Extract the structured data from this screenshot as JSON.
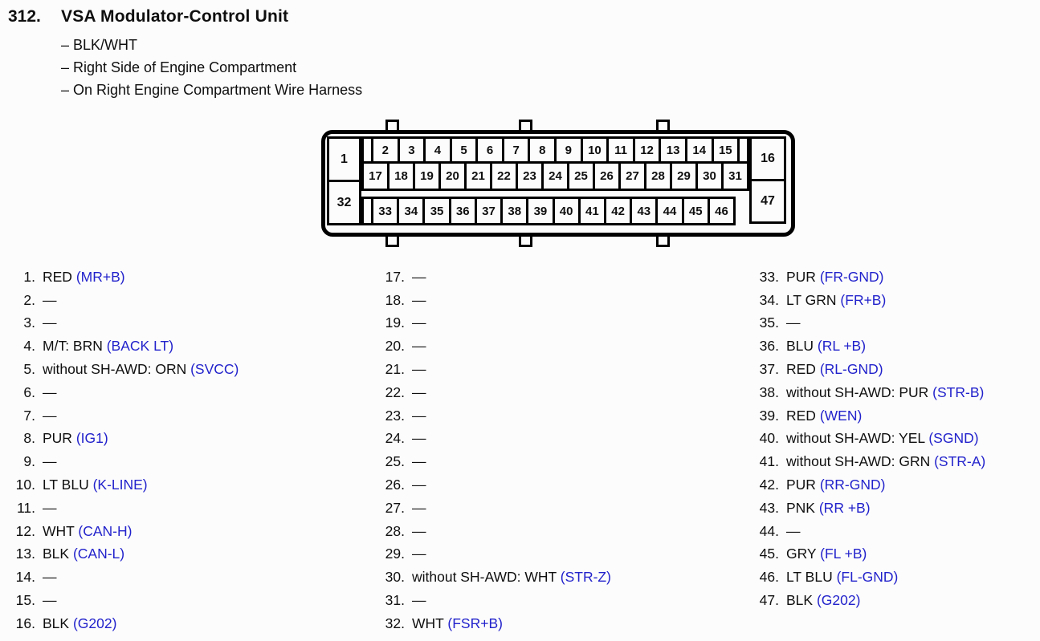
{
  "page": {
    "title_number": "312.",
    "title": "VSA Modulator-Control Unit",
    "details": [
      "– BLK/WHT",
      "– Right Side of Engine Compartment",
      "– On Right Engine Compartment Wire Harness"
    ]
  },
  "colors": {
    "signal_blue": "#2222cc",
    "text_black": "#0f0f0f",
    "page_bg": "#fcfcfc"
  },
  "connector": {
    "left_top": "1",
    "left_bottom": "32",
    "right_top": "16",
    "right_bottom": "47",
    "row_top": [
      "2",
      "3",
      "4",
      "5",
      "6",
      "7",
      "8",
      "9",
      "10",
      "11",
      "12",
      "13",
      "14",
      "15"
    ],
    "row_mid": [
      "17",
      "18",
      "19",
      "20",
      "21",
      "22",
      "23",
      "24",
      "25",
      "26",
      "27",
      "28",
      "29",
      "30",
      "31"
    ],
    "row_bot": [
      "33",
      "34",
      "35",
      "36",
      "37",
      "38",
      "39",
      "40",
      "41",
      "42",
      "43",
      "44",
      "45",
      "46"
    ]
  },
  "pin_list": {
    "columns": [
      {
        "entries": [
          {
            "num": "1.",
            "text": "RED",
            "signal": "(MR+B)"
          },
          {
            "num": "2.",
            "text": "—",
            "signal": ""
          },
          {
            "num": "3.",
            "text": "—",
            "signal": ""
          },
          {
            "num": "4.",
            "text": "M/T: BRN",
            "signal": "(BACK LT)"
          },
          {
            "num": "5.",
            "text": "without SH-AWD: ORN",
            "signal": "(SVCC)"
          },
          {
            "num": "6.",
            "text": "—",
            "signal": ""
          },
          {
            "num": "7.",
            "text": "—",
            "signal": ""
          },
          {
            "num": "8.",
            "text": "PUR",
            "signal": "(IG1)"
          },
          {
            "num": "9.",
            "text": "—",
            "signal": ""
          },
          {
            "num": "10.",
            "text": "LT BLU",
            "signal": "(K-LINE)"
          },
          {
            "num": "11.",
            "text": "—",
            "signal": ""
          },
          {
            "num": "12.",
            "text": "WHT",
            "signal": "(CAN-H)"
          },
          {
            "num": "13.",
            "text": "BLK",
            "signal": "(CAN-L)"
          },
          {
            "num": "14.",
            "text": "—",
            "signal": ""
          },
          {
            "num": "15.",
            "text": "—",
            "signal": ""
          },
          {
            "num": "16.",
            "text": "BLK",
            "signal": "(G202)"
          }
        ]
      },
      {
        "entries": [
          {
            "num": "17.",
            "text": "—",
            "signal": ""
          },
          {
            "num": "18.",
            "text": "—",
            "signal": ""
          },
          {
            "num": "19.",
            "text": "—",
            "signal": ""
          },
          {
            "num": "20.",
            "text": "—",
            "signal": ""
          },
          {
            "num": "21.",
            "text": "—",
            "signal": ""
          },
          {
            "num": "22.",
            "text": "—",
            "signal": ""
          },
          {
            "num": "23.",
            "text": "—",
            "signal": ""
          },
          {
            "num": "24.",
            "text": "—",
            "signal": ""
          },
          {
            "num": "25.",
            "text": "—",
            "signal": ""
          },
          {
            "num": "26.",
            "text": "—",
            "signal": ""
          },
          {
            "num": "27.",
            "text": "—",
            "signal": ""
          },
          {
            "num": "28.",
            "text": "—",
            "signal": ""
          },
          {
            "num": "29.",
            "text": "—",
            "signal": ""
          },
          {
            "num": "30.",
            "text": "without SH-AWD: WHT",
            "signal": "(STR-Z)"
          },
          {
            "num": "31.",
            "text": "—",
            "signal": ""
          },
          {
            "num": "32.",
            "text": "WHT",
            "signal": "(FSR+B)"
          }
        ]
      },
      {
        "entries": [
          {
            "num": "33.",
            "text": "PUR",
            "signal": "(FR-GND)"
          },
          {
            "num": "34.",
            "text": "LT GRN",
            "signal": "(FR+B)"
          },
          {
            "num": "35.",
            "text": "—",
            "signal": ""
          },
          {
            "num": "36.",
            "text": "BLU",
            "signal": "(RL +B)"
          },
          {
            "num": "37.",
            "text": "RED",
            "signal": "(RL-GND)"
          },
          {
            "num": "38.",
            "text": "without SH-AWD: PUR",
            "signal": "(STR-B)"
          },
          {
            "num": "39.",
            "text": "RED",
            "signal": "(WEN)"
          },
          {
            "num": "40.",
            "text": "without SH-AWD: YEL",
            "signal": "(SGND)"
          },
          {
            "num": "41.",
            "text": "without SH-AWD: GRN",
            "signal": "(STR-A)"
          },
          {
            "num": "42.",
            "text": "PUR",
            "signal": "(RR-GND)"
          },
          {
            "num": "43.",
            "text": "PNK",
            "signal": "(RR +B)"
          },
          {
            "num": "44.",
            "text": "—",
            "signal": ""
          },
          {
            "num": "45.",
            "text": "GRY",
            "signal": "(FL +B)"
          },
          {
            "num": "46.",
            "text": "LT BLU",
            "signal": "(FL-GND)"
          },
          {
            "num": "47.",
            "text": "BLK",
            "signal": "(G202)"
          }
        ]
      }
    ]
  }
}
